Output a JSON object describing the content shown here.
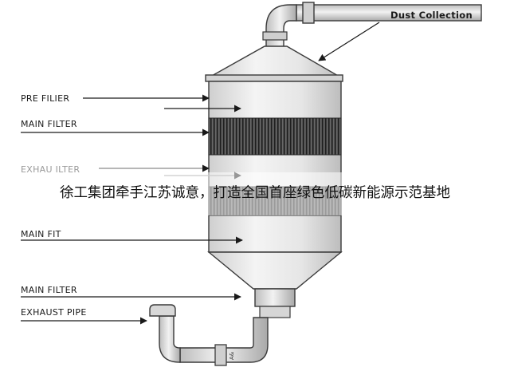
{
  "labels": {
    "dust_collection": "Dust Collection",
    "pre_filter": "PRE FILIER",
    "main_filter_1": "MAIN FILTER",
    "exhaust_filter": "EXHAU ILTER",
    "main_fit": "MAIN FIT",
    "main_filter_2": "MAIN FILTER",
    "exhaust_pipe": "EXHAUST PIPE",
    "valve_mark": "A&"
  },
  "caption": "徐工集团牵手江苏诚意，打造全国首座绿色低碳新能源示范基地",
  "colors": {
    "outline": "#3a3a3a",
    "pipe_fill": "#dcdcdc",
    "vessel_fill": "#e8e8e8",
    "filter_dark": "#3a3a3a",
    "label_text": "#1a1a1a"
  }
}
